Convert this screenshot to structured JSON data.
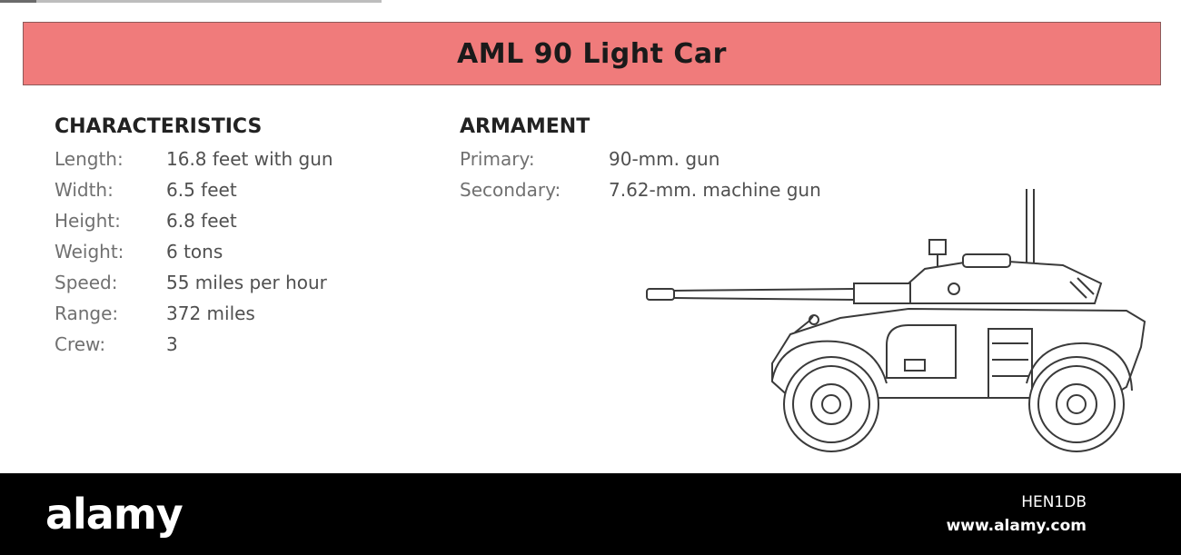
{
  "title": "AML 90 Light Car",
  "characteristics": {
    "heading": "CHARACTERISTICS",
    "items": [
      {
        "label": "Length:",
        "value": "16.8 feet with gun"
      },
      {
        "label": "Width:",
        "value": "6.5 feet"
      },
      {
        "label": "Height:",
        "value": "6.8 feet"
      },
      {
        "label": "Weight:",
        "value": "6 tons"
      },
      {
        "label": "Speed:",
        "value": "55 miles per hour"
      },
      {
        "label": "Range:",
        "value": "372 miles"
      },
      {
        "label": "Crew:",
        "value": "3"
      }
    ]
  },
  "armament": {
    "heading": "ARMAMENT",
    "items": [
      {
        "label": "Primary:",
        "value": "90-mm. gun"
      },
      {
        "label": "Secondary:",
        "value": "7.62-mm. machine gun"
      }
    ]
  },
  "footer": {
    "logo": "alamy",
    "image_code": "HEN1DB",
    "url": "www.alamy.com"
  }
}
